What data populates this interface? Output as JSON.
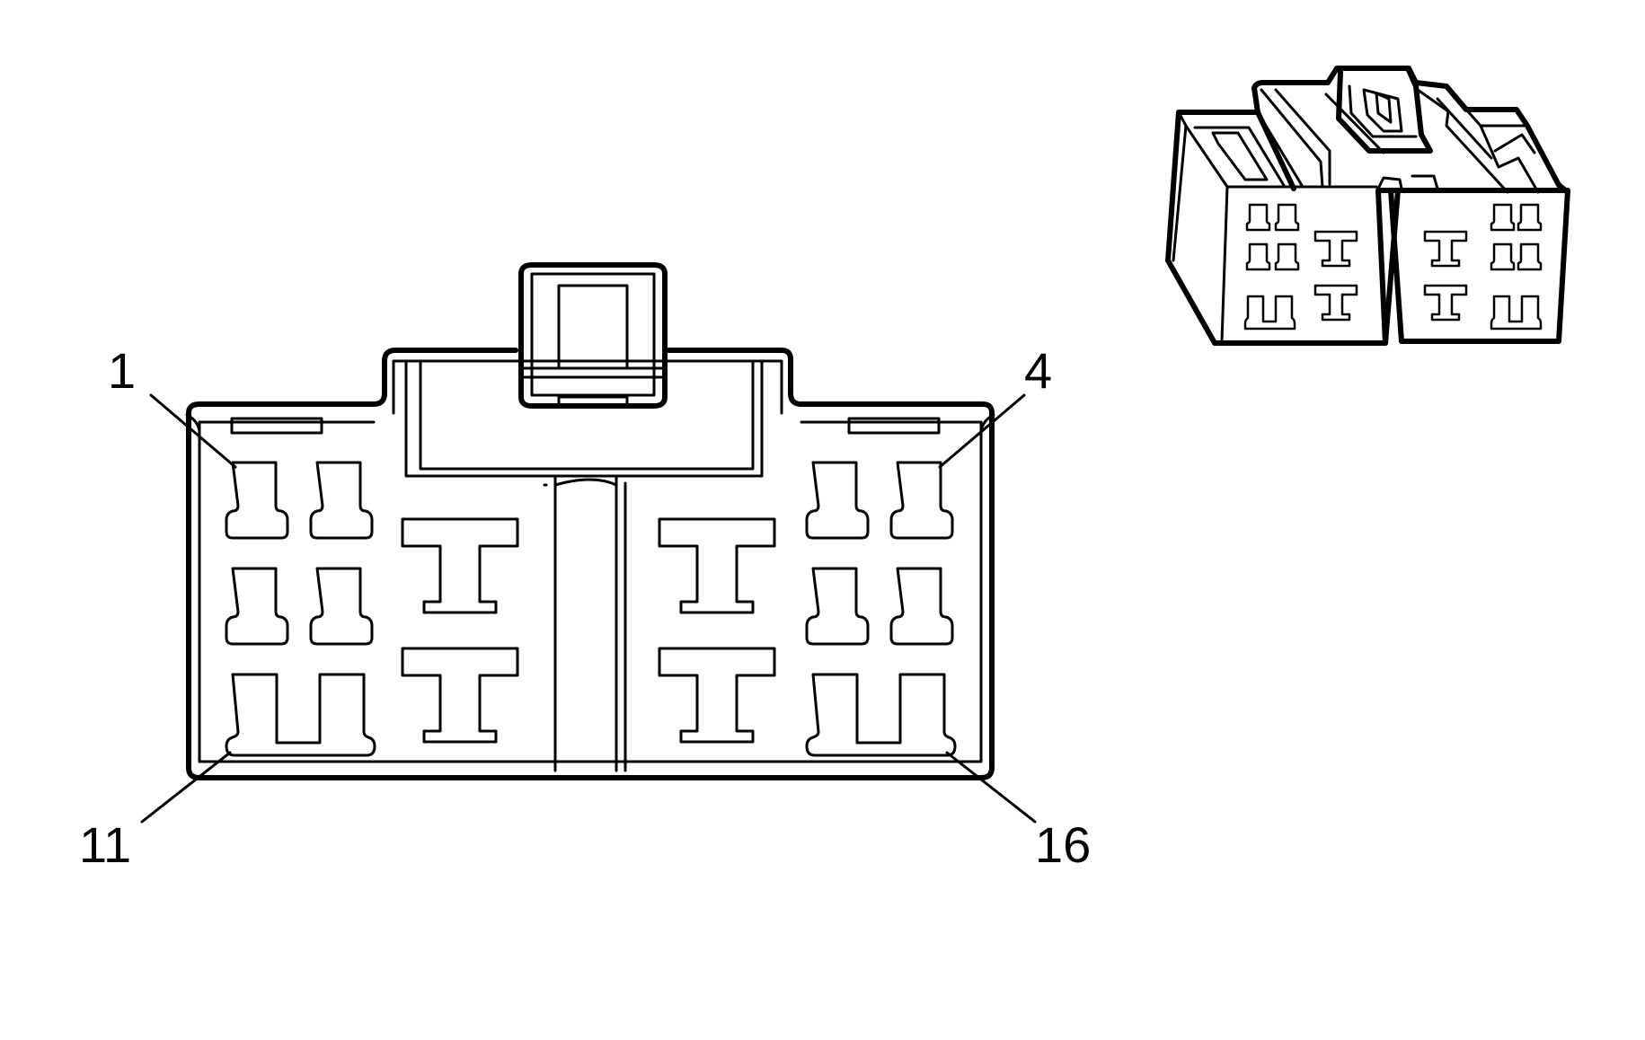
{
  "diagram": {
    "pin_labels": {
      "top_left": "1",
      "top_right": "4",
      "bottom_left": "11",
      "bottom_right": "16"
    }
  }
}
